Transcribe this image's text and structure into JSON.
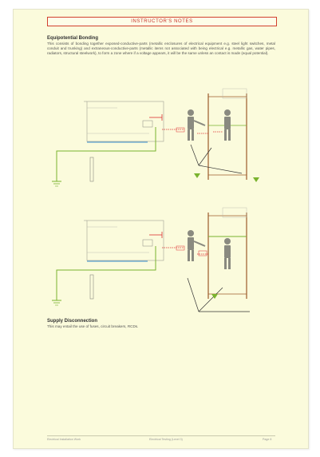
{
  "banner": "INSTRUCTOR'S NOTES",
  "sections": [
    {
      "heading": "Equipotential Bonding",
      "text": "This consists of bonding together exposed-conductive-parts (metallic enclosures of electrical equipment e.g. steel light switches, metal conduit and trunking) and extraneous-conductive-parts (metallic items not associated with being electrical e.g. metallic gas, water pipes, radiators, structural steelwork), to form a zone where if a voltage appears, it will be the same unless an contact is made (equal potential)."
    },
    {
      "heading": "Supply Disconnection",
      "text": "This may entail the use of fuses, circuit breakers, RCDs."
    }
  ],
  "footer": {
    "left": "Electrical Installation Work",
    "center": "Electrical Testing (Level 3)",
    "right": "Page 8"
  },
  "colors": {
    "page_bg": "#fbfbdc",
    "accent_red": "#d2402e",
    "live_red": "#d33",
    "earth_green": "#7ab32e",
    "neutral_blue": "#3a8fd0",
    "bonding_brown": "#9c5b2a",
    "figure_grey": "#8a8a80"
  },
  "icons": [
    "bonding-diagram",
    "person-figure",
    "earth-electrode-symbol",
    "arrow-pointer"
  ]
}
